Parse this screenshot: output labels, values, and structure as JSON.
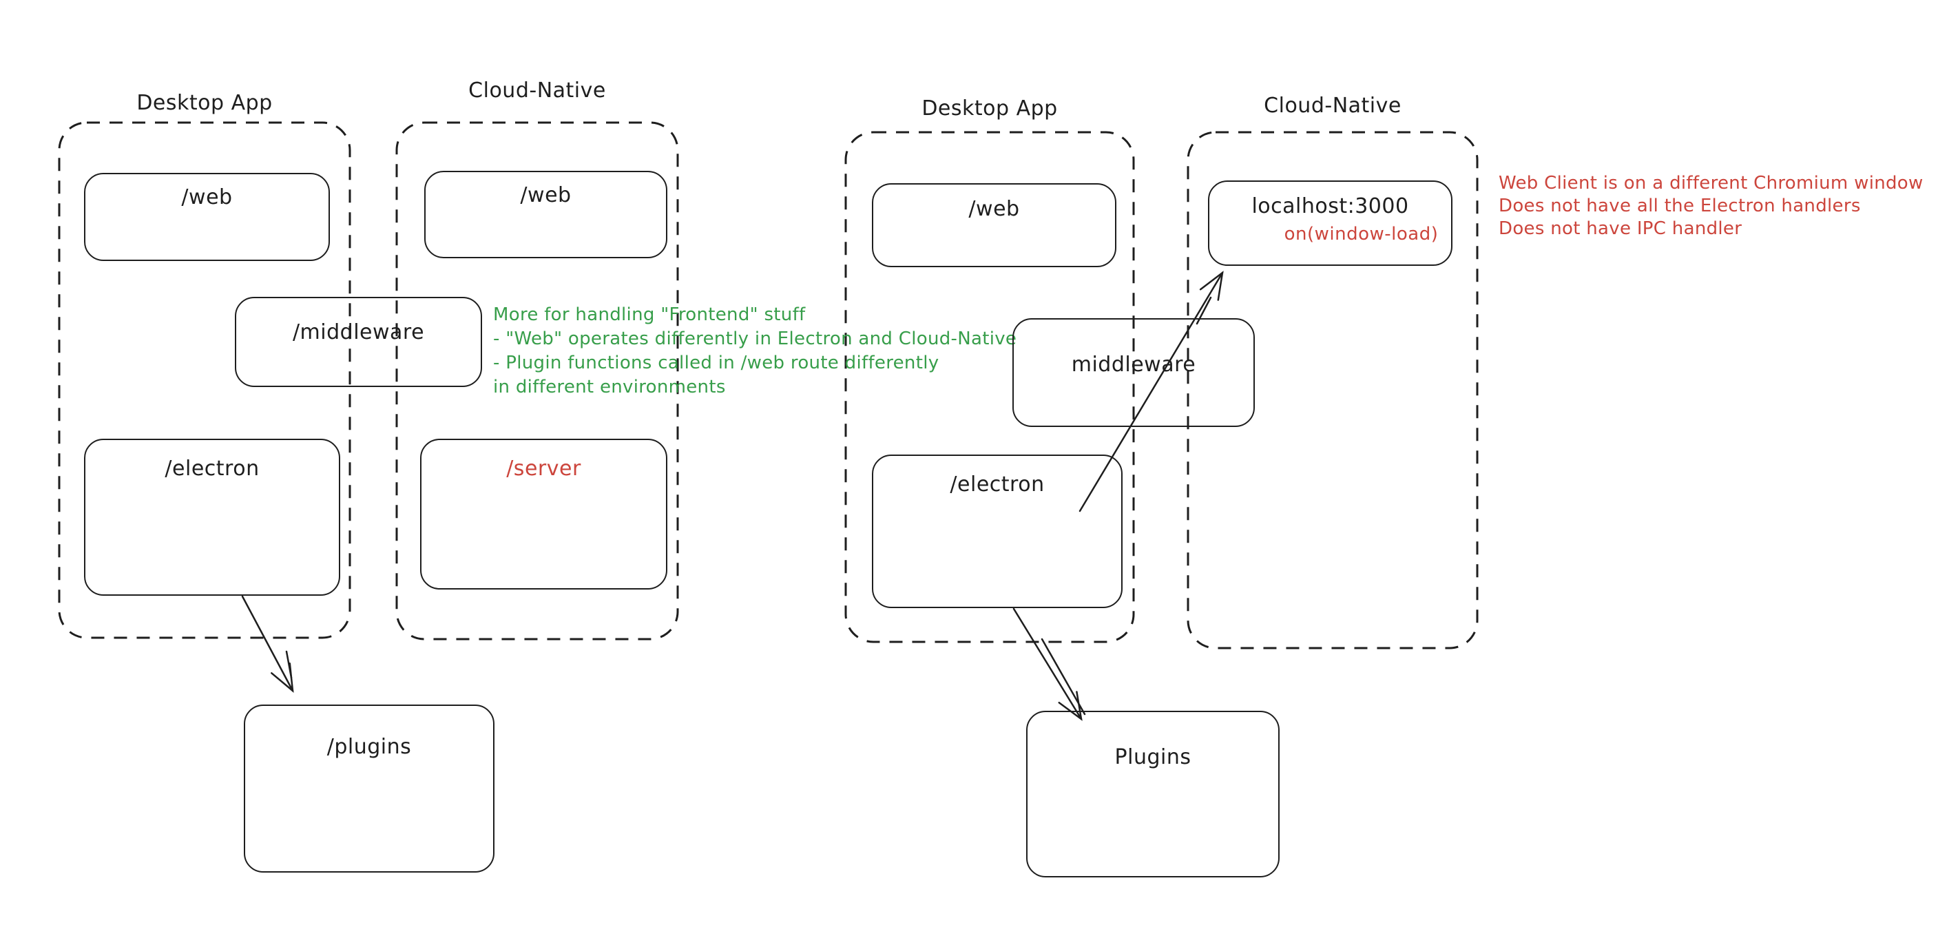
{
  "colors": {
    "ink": "#1e1e1e",
    "green": "#379e4a",
    "red": "#cc453c",
    "canvas_background": "#ffffff"
  },
  "left_diagram": {
    "desktop_app": {
      "title": "Desktop App",
      "web_box": "/web",
      "electron_box": "/electron"
    },
    "cloud_native": {
      "title": "Cloud-Native",
      "web_box": "/web",
      "server_box": "/server"
    },
    "middleware_box": "/middleware",
    "plugins_box": "/plugins",
    "green_note": {
      "lines": [
        "More for handling \"Frontend\" stuff",
        "- \"Web\" operates differently in Electron and Cloud-Native",
        "- Plugin functions called in /web route differently",
        "in different environments"
      ]
    }
  },
  "right_diagram": {
    "desktop_app": {
      "title": "Desktop App",
      "web_box": "/web",
      "electron_box": "/electron"
    },
    "cloud_native": {
      "title": "Cloud-Native",
      "localhost_box": "localhost:3000",
      "window_load_note": "on(window-load)"
    },
    "middleware_box": "middleware",
    "plugins_box": "Plugins",
    "red_note": {
      "lines": [
        "Web Client is on a different Chromium window",
        "Does not have all the Electron handlers",
        "Does not have IPC handler"
      ]
    }
  }
}
